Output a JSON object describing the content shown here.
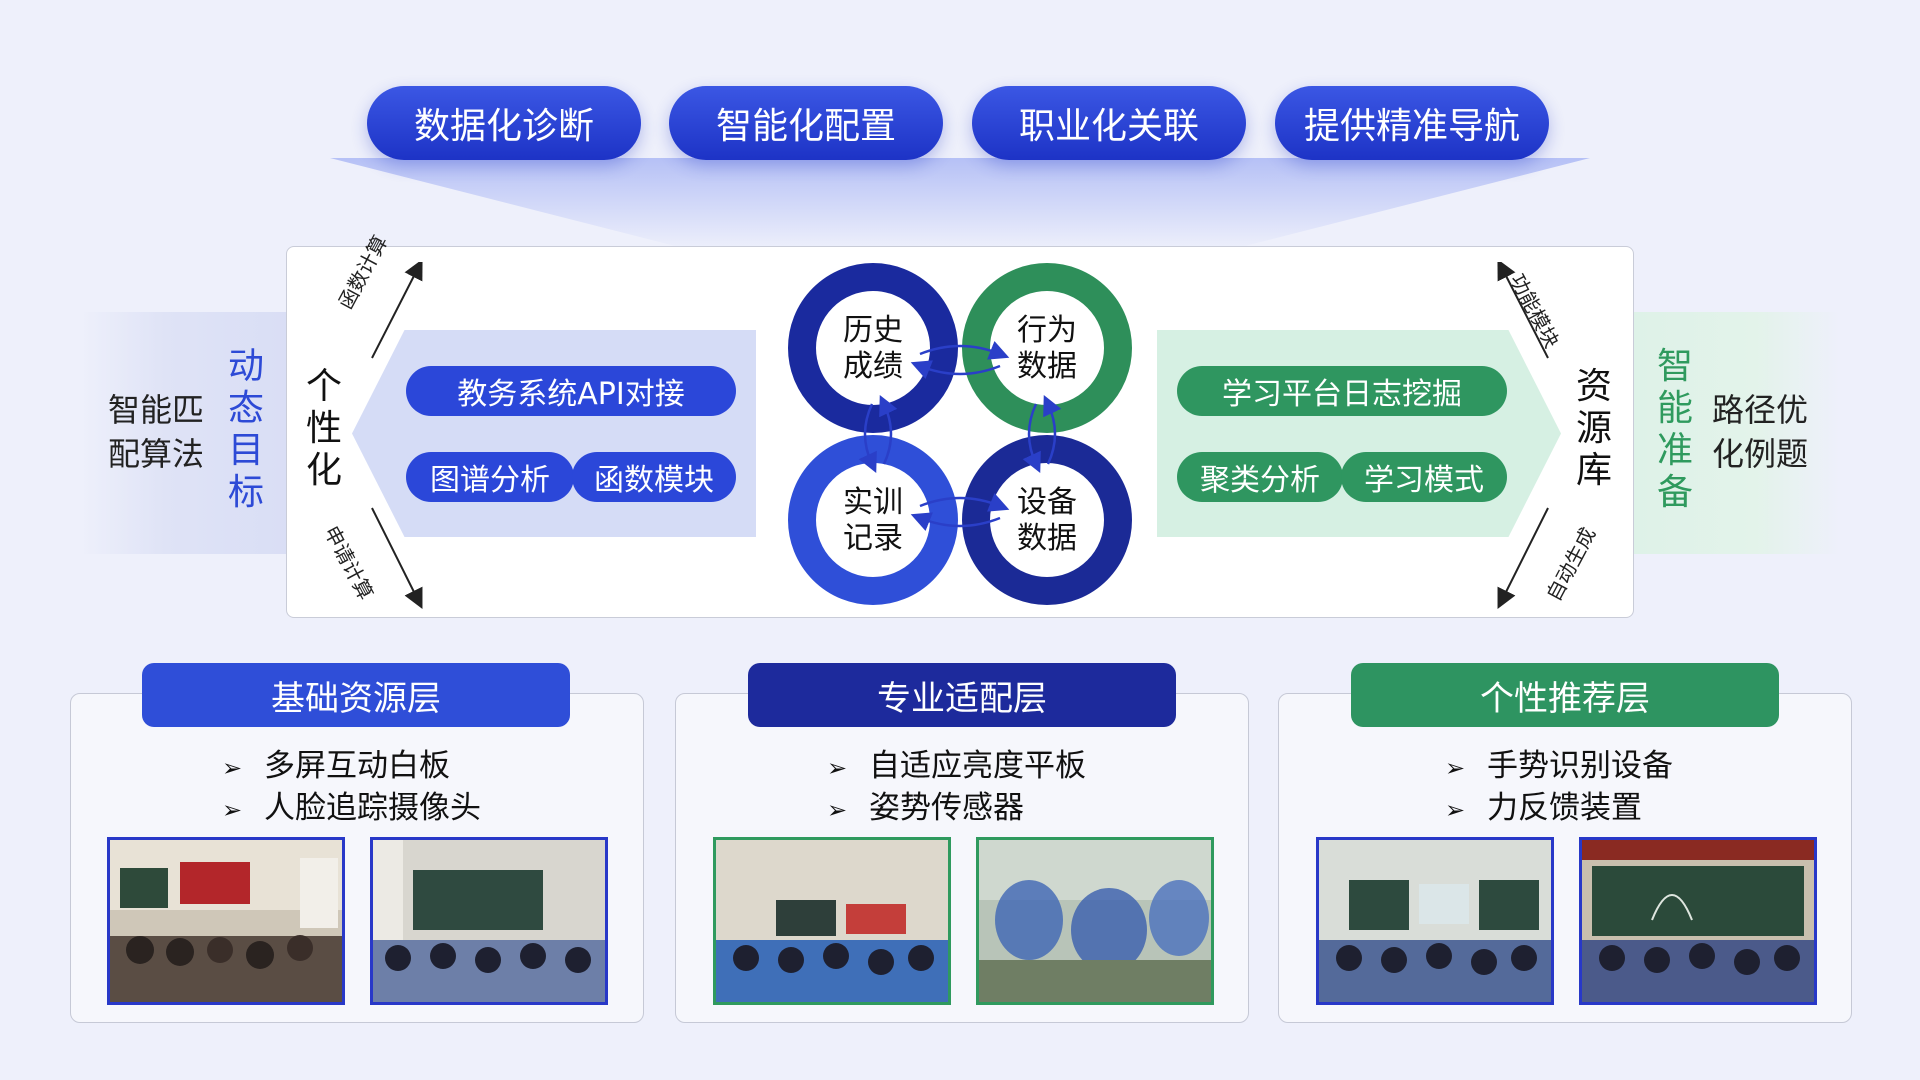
{
  "top_pills": [
    "数据化诊断",
    "智能化配置",
    "职业化关联",
    "提供精准导航"
  ],
  "left_side": {
    "text_lines": [
      "智能匹",
      "配算法"
    ],
    "vertical": [
      "动",
      "态",
      "目",
      "标"
    ]
  },
  "right_side": {
    "vertical": [
      "智",
      "能",
      "准",
      "备"
    ],
    "text_lines": [
      "路径优",
      "化例题"
    ]
  },
  "center": {
    "personalization_label": [
      "个",
      "性",
      "化"
    ],
    "resource_label": [
      "资",
      "源",
      "库"
    ],
    "arrow_labels": {
      "top_left": "函数计算",
      "bottom_left": "申请计算",
      "top_right": "功能模块",
      "bottom_right": "自动生成"
    },
    "left_items": [
      "教务系统API对接",
      "图谱分析",
      "函数模块"
    ],
    "right_items": [
      "学习平台日志挖掘",
      "聚类分析",
      "学习模式"
    ],
    "rings": [
      {
        "line1": "历史",
        "line2": "成绩",
        "color": "#1a2a9e"
      },
      {
        "line1": "行为",
        "line2": "数据",
        "color": "#2e8f5a"
      },
      {
        "line1": "实训",
        "line2": "记录",
        "color": "#2f4fd8"
      },
      {
        "line1": "设备",
        "line2": "数据",
        "color": "#1b2a96"
      }
    ]
  },
  "layers": [
    {
      "title": "基础资源层",
      "color": "#2f4ed8",
      "items": [
        "多屏互动白板",
        "人脸追踪摄像头"
      ]
    },
    {
      "title": "专业适配层",
      "color": "#1d2a9c",
      "items": [
        "自适应亮度平板",
        "姿势传感器"
      ]
    },
    {
      "title": "个性推荐层",
      "color": "#2e9461",
      "items": [
        "手势识别设备",
        "力反馈装置"
      ]
    }
  ],
  "photos": [
    {
      "name": "classroom-projector-photo",
      "border": "#2838c8"
    },
    {
      "name": "classroom-students-photo",
      "border": "#2838c8"
    },
    {
      "name": "classroom-tv-photo",
      "border": "#2f9a5e"
    },
    {
      "name": "lab-students-blurred-photo",
      "border": "#2f9a5e"
    },
    {
      "name": "classroom-screen-photo",
      "border": "#2838c8"
    },
    {
      "name": "classroom-blackboard-photo",
      "border": "#2838c8"
    }
  ]
}
